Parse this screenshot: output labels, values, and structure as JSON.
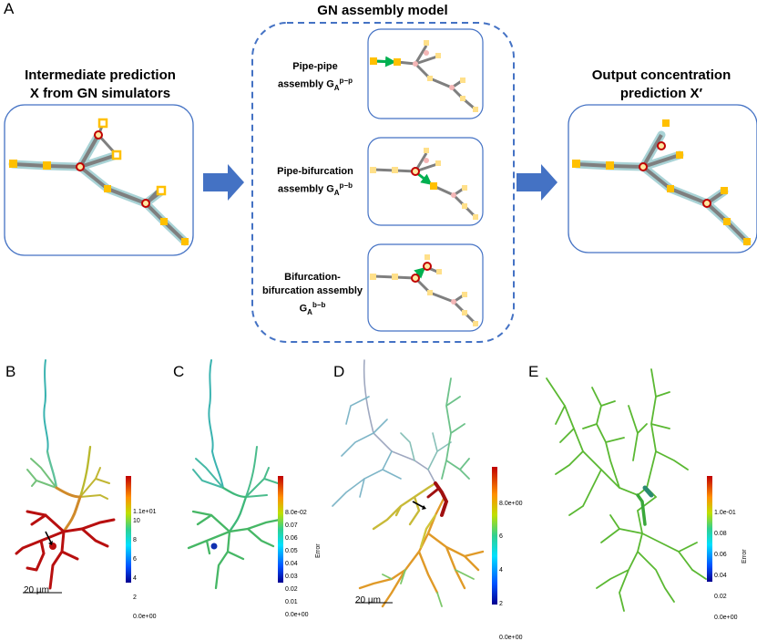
{
  "panel_a": {
    "letter": "A",
    "title": "GN assembly model",
    "left_label_line1": "Intermediate prediction",
    "left_label_line2": "X from GN simulators",
    "right_label_line1": "Output concentration",
    "right_label_line2": "prediction X′",
    "assembly1_line1": "Pipe-pipe",
    "assembly1_line2": "assembly G",
    "assembly1_sup": "p−p",
    "assembly1_sub": "A",
    "assembly2_line1": "Pipe-bifurcation",
    "assembly2_line2": "assembly G",
    "assembly2_sup": "p−b",
    "assembly2_sub": "A",
    "assembly3_line1": "Bifurcation-",
    "assembly3_line2": "bifurcation assembly",
    "assembly3_line3": "G",
    "assembly3_sup": "b−b",
    "assembly3_sub": "A"
  },
  "panel_b": {
    "letter": "B",
    "colorbar_ticks": [
      "1.1e+01",
      "10",
      "8",
      "6",
      "4",
      "2",
      "0.0e+00"
    ],
    "scale_bar": "20 µm"
  },
  "panel_c": {
    "letter": "C",
    "colorbar_ticks": [
      "8.0e-02",
      "0.07",
      "0.06",
      "0.05",
      "0.04",
      "0.03",
      "0.02",
      "0.01",
      "0.0e+00"
    ],
    "colorbar_label": "Error"
  },
  "panel_d": {
    "letter": "D",
    "colorbar_ticks": [
      "8.0e+00",
      "6",
      "4",
      "2",
      "0.0e+00"
    ],
    "scale_bar": "20 µm"
  },
  "panel_e": {
    "letter": "E",
    "colorbar_ticks": [
      "1.0e-01",
      "0.08",
      "0.06",
      "0.04",
      "0.02",
      "0.0e+00"
    ],
    "colorbar_label": "Error"
  },
  "colors": {
    "box_border": "#4472c4",
    "arrow_fill": "#4472c4",
    "pipe_gray": "#7f7f7f",
    "pipe_halo": "#a9d3d6",
    "node_yellow": "#ffc000",
    "node_red": "#c00000",
    "assembly_green": "#00b050"
  }
}
